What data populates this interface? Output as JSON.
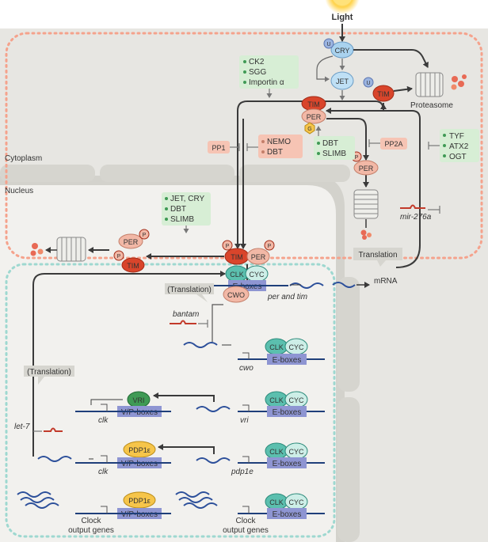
{
  "light": "Light",
  "compartments": {
    "cytoplasm": "Cytoplasm",
    "nucleus": "Nucleus"
  },
  "proteins": {
    "cry": "CRY",
    "jet": "JET",
    "tim": "TIM",
    "per": "PER",
    "clk": "CLK",
    "cyc": "CYC",
    "cwo": "CWO",
    "vri": "VRI",
    "pdp1e": "PDP1ε",
    "ubiquitin": "U",
    "phospho": "P",
    "g": "G"
  },
  "proteasome": "Proteasome",
  "kinase_box_1": [
    "CK2",
    "SGG",
    "Importin α"
  ],
  "kinase_box_2": [
    "NEMO",
    "DBT"
  ],
  "kinase_box_3": [
    "DBT",
    "SLIMB"
  ],
  "kinase_box_4": [
    "TYF",
    "ATX2",
    "OGT"
  ],
  "kinase_box_5": [
    "JET, CRY",
    "DBT",
    "SLIMB"
  ],
  "phosphatases": {
    "pp1": "PP1",
    "pp2a": "PP2A"
  },
  "mirnas": {
    "mir276a": "mir-276a",
    "bantam": "bantam",
    "let7": "let-7"
  },
  "labels": {
    "translation": "Translation",
    "translation_paren": "(Translation)",
    "mrna": "mRNA",
    "ebox": "E-boxes",
    "vpbox": "V/P-boxes",
    "per_and_tim": "per and tim",
    "cwo_gene": "cwo",
    "vri_gene": "vri",
    "clk_gene": "clk",
    "pdp1e_gene": "pdp1e",
    "clock_output": [
      "Clock",
      "output genes"
    ]
  },
  "colors": {
    "tim": "#d9452b",
    "per": "#f2b8a6",
    "cry": "#a9d2ee",
    "jet": "#bfe0f5",
    "clk": "#5bbfae",
    "cyc": "#cdeee7",
    "box": "#8e95d2",
    "green_box": "#d7eed5",
    "pink_box": "#f6c4b4",
    "vri": "#3f9a55",
    "pdp1e": "#f6c54a",
    "cytoplasm_border": "#f5a28c",
    "nucleus_border": "#9ed8d0"
  }
}
